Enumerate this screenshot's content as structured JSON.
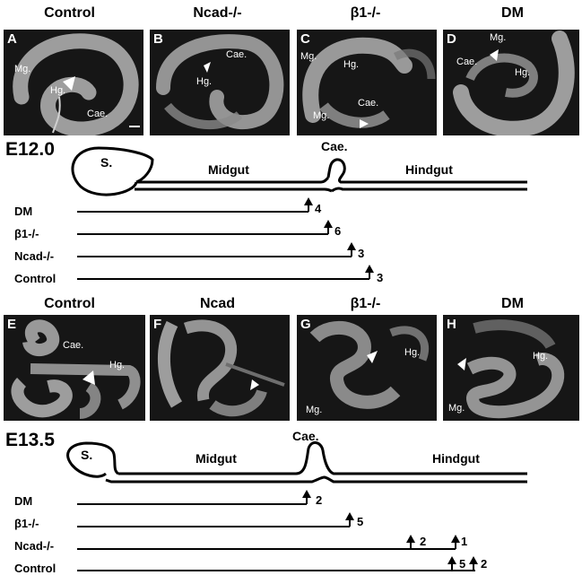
{
  "top": {
    "titles": [
      "Control",
      "Ncad-/-",
      "β1-/-",
      "DM"
    ],
    "panels": [
      {
        "letter": "A",
        "labels": [
          "Mg.",
          "Hg.",
          "Cae."
        ]
      },
      {
        "letter": "B",
        "labels": [
          "Cae.",
          "Hg."
        ]
      },
      {
        "letter": "C",
        "labels": [
          "Mg.",
          "Hg.",
          "Mg.",
          "Cae."
        ]
      },
      {
        "letter": "D",
        "labels": [
          "Mg.",
          "Cae.",
          "Hg."
        ]
      }
    ]
  },
  "e120": {
    "stage": "E12.0",
    "labels": {
      "stomach": "S.",
      "midgut": "Midgut",
      "caecum": "Cae.",
      "hindgut": "Hindgut"
    },
    "rows": [
      {
        "label": "DM",
        "counts": [
          "4"
        ]
      },
      {
        "label": "β1-/-",
        "counts": [
          "6"
        ]
      },
      {
        "label": "Ncad-/-",
        "counts": [
          "3"
        ]
      },
      {
        "label": "Control",
        "counts": [
          "3"
        ]
      }
    ]
  },
  "mid": {
    "titles": [
      "Control",
      "Ncad",
      "β1-/-",
      "DM"
    ],
    "panels": [
      {
        "letter": "E",
        "labels": [
          "Cae.",
          "Hg."
        ]
      },
      {
        "letter": "F",
        "labels": []
      },
      {
        "letter": "G",
        "labels": [
          "Hg.",
          "Mg."
        ]
      },
      {
        "letter": "H",
        "labels": [
          "Hg.",
          "Mg."
        ]
      }
    ]
  },
  "e135": {
    "stage": "E13.5",
    "labels": {
      "stomach": "S.",
      "midgut": "Midgut",
      "caecum": "Cae.",
      "hindgut": "Hindgut"
    },
    "rows": [
      {
        "label": "DM",
        "counts": [
          "2"
        ]
      },
      {
        "label": "β1-/-",
        "counts": [
          "5"
        ]
      },
      {
        "label": "Ncad-/-",
        "counts": [
          "2",
          "1"
        ]
      },
      {
        "label": "Control",
        "counts": [
          "5",
          "2"
        ]
      }
    ]
  }
}
